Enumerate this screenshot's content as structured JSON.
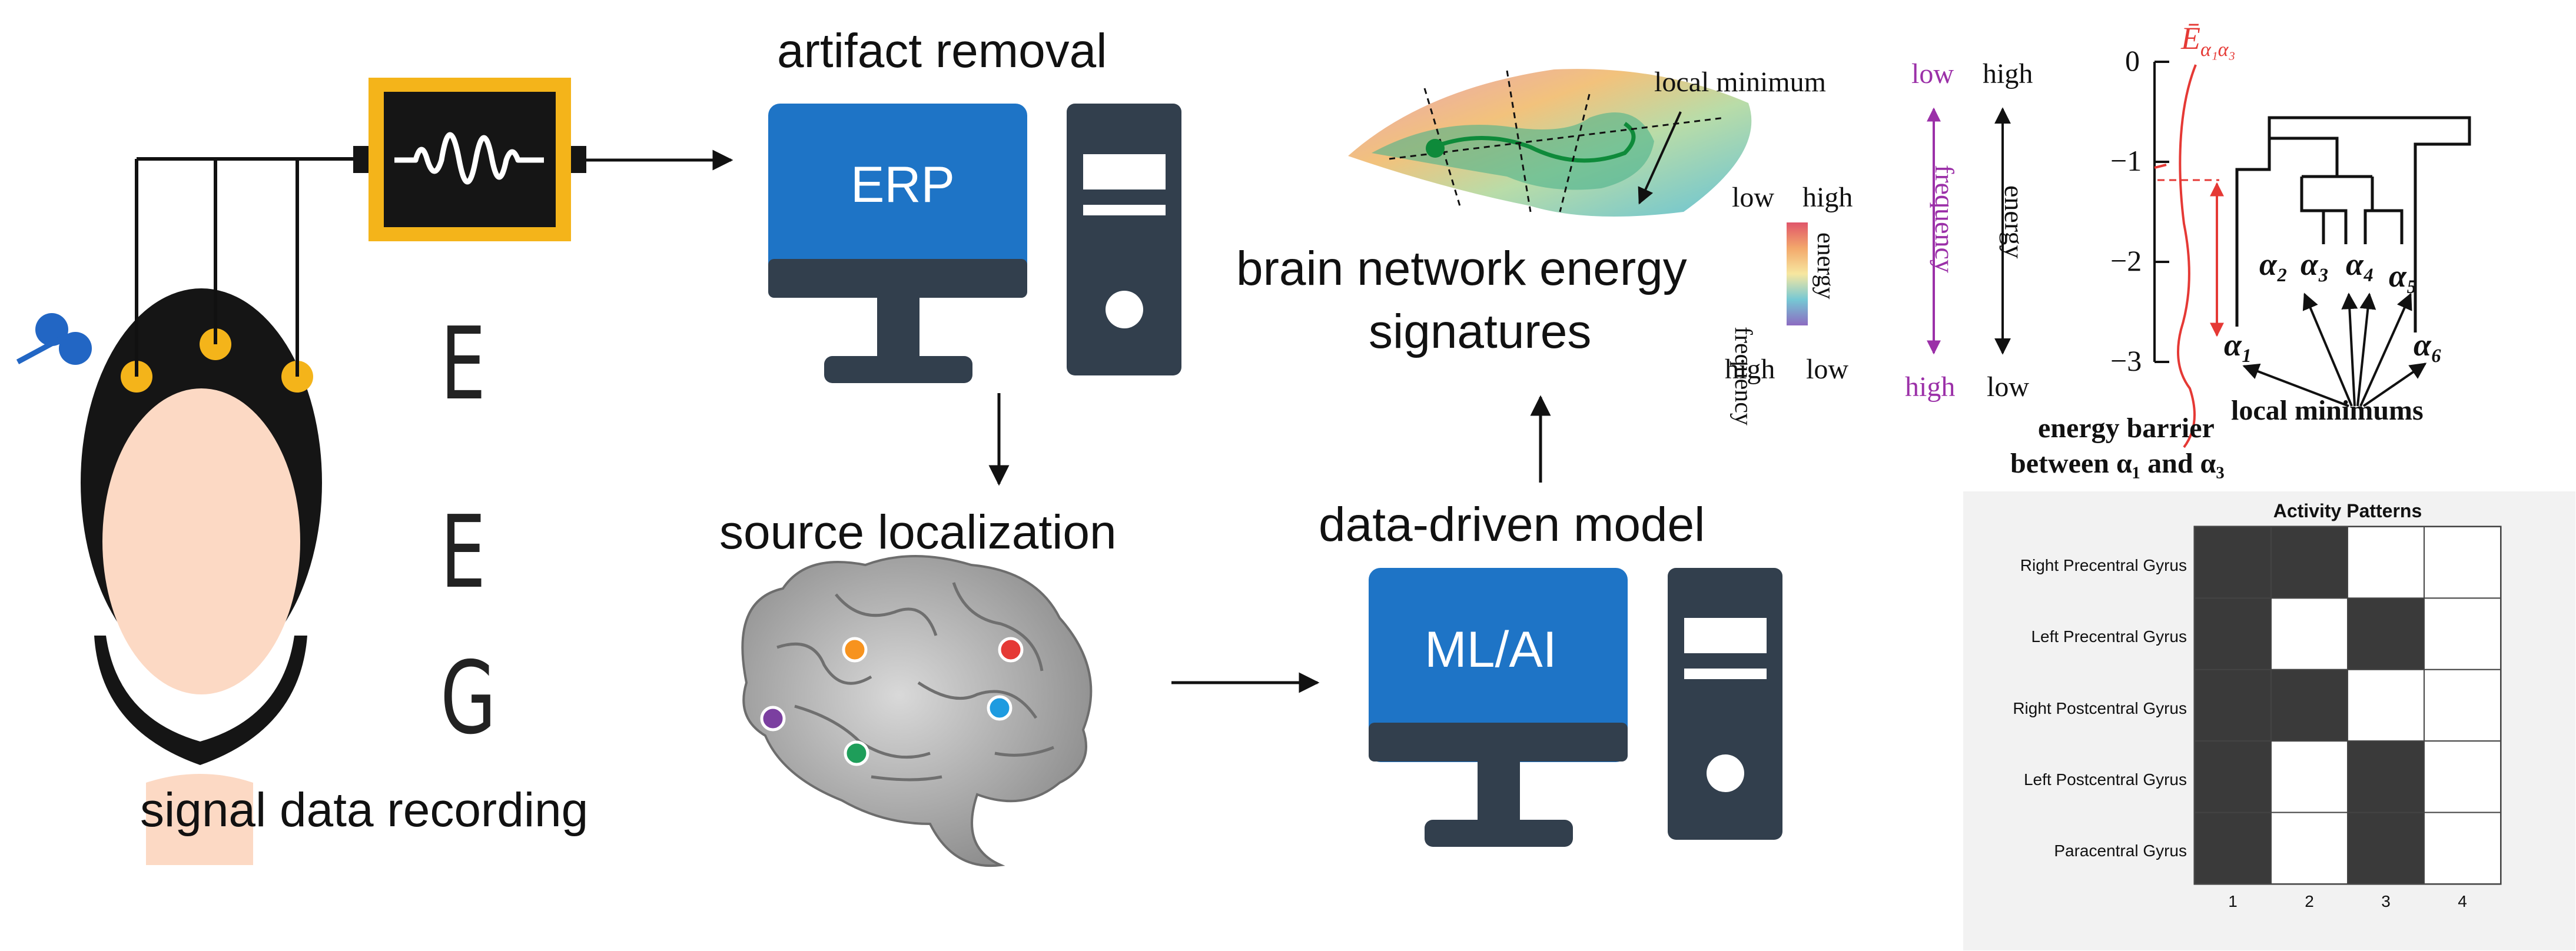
{
  "steps": {
    "recording": "signal data recording",
    "artifact": "artifact removal",
    "source": "source localization",
    "model": "data-driven model",
    "signatures_line1": "brain network energy",
    "signatures_line2": "signatures"
  },
  "eeg_letters": [
    "E",
    "E",
    "G"
  ],
  "monitors": {
    "erp": "ERP",
    "mlai": "ML/AI"
  },
  "landscape": {
    "local_minimum": "local minimum",
    "legend_top_low": "low",
    "legend_top_high": "high",
    "legend_bottom_high": "high",
    "legend_bottom_low": "low",
    "legend_frequency": "frequency",
    "legend_energy": "energy"
  },
  "scale_axis": {
    "freq_low": "low",
    "freq_high": "high",
    "energy_high": "high",
    "energy_low": "low",
    "frequency_label": "frequency",
    "energy_label": "energy"
  },
  "dendrogram": {
    "ticks": [
      "0",
      "−1",
      "−2",
      "−3"
    ],
    "energy_symbol": "Ē",
    "energy_subscript": "α₁α₃",
    "leaves": [
      "α₁",
      "α₂",
      "α₃",
      "α₄",
      "α₅",
      "α₆"
    ],
    "local_minimums": "local minimums",
    "barrier_line1": "energy barrier",
    "barrier_line2": "between α₁ and α₃"
  },
  "activity": {
    "title": "Activity Patterns",
    "rows": [
      "Right Precentral Gyrus",
      "Left Precentral Gyrus",
      "Right Postcentral Gyrus",
      "Left Postcentral Gyrus",
      "Paracentral Gyrus"
    ],
    "cols": [
      "1",
      "2",
      "3",
      "4"
    ],
    "grid": [
      [
        1,
        1,
        0,
        0
      ],
      [
        1,
        0,
        1,
        0
      ],
      [
        1,
        1,
        0,
        0
      ],
      [
        1,
        0,
        1,
        0
      ],
      [
        1,
        0,
        1,
        0
      ]
    ]
  },
  "colors": {
    "monitor_blue": "#1E74C6",
    "device_dark": "#323F4D",
    "electrode": "#F4B41A",
    "face": "#FCD9C4",
    "cap": "#151515",
    "purple": "#9B30A8",
    "red": "#E53935",
    "active_cell": "#3A3A3A"
  }
}
